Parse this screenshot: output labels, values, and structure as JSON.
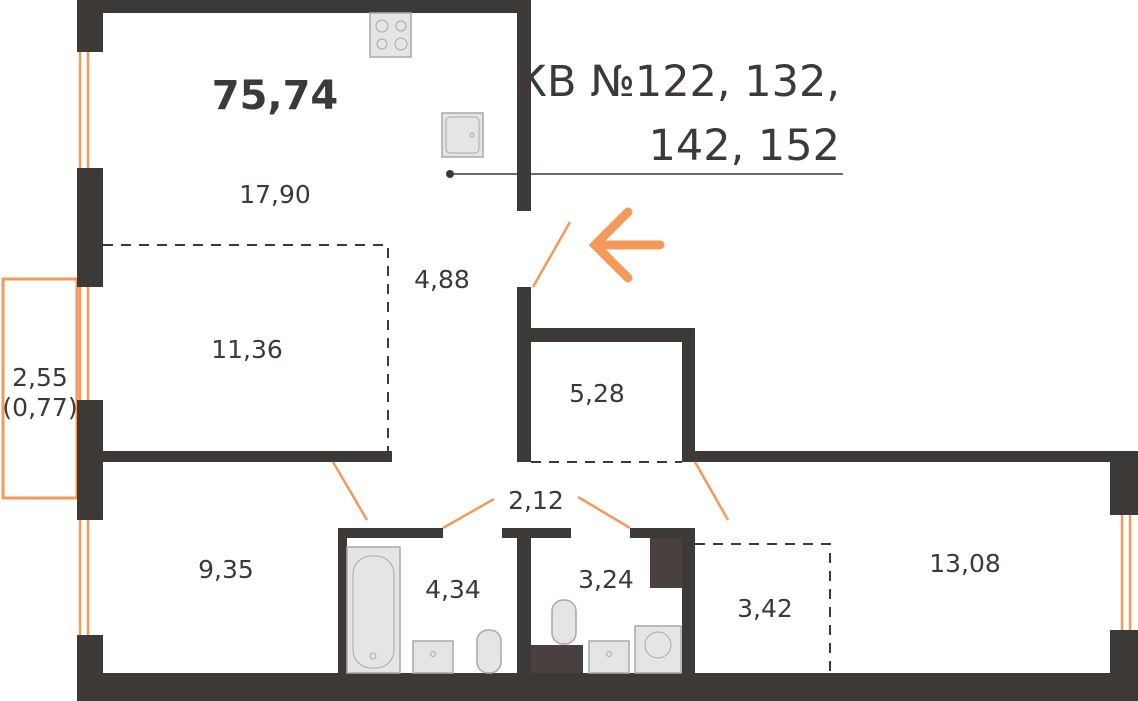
{
  "plan": {
    "total_area": "75,74",
    "apartment_title_line1": "КВ №122, 132,",
    "apartment_title_line2": "142, 152",
    "rooms": {
      "kitchen_living": "17,90",
      "hall": "4,88",
      "bedroom_1": "11,36",
      "balcony_area": "2,55",
      "balcony_reduced": "(0,77)",
      "storage": "5,28",
      "corridor": "2,12",
      "bedroom_2": "9,35",
      "bathroom": "4,34",
      "wc": "3,24",
      "wardrobe": "3,42",
      "bedroom_3": "13,08"
    }
  },
  "colors": {
    "wall": "#3d3937",
    "accent": "#f39a5a",
    "fixture": "#e6e5e5"
  }
}
